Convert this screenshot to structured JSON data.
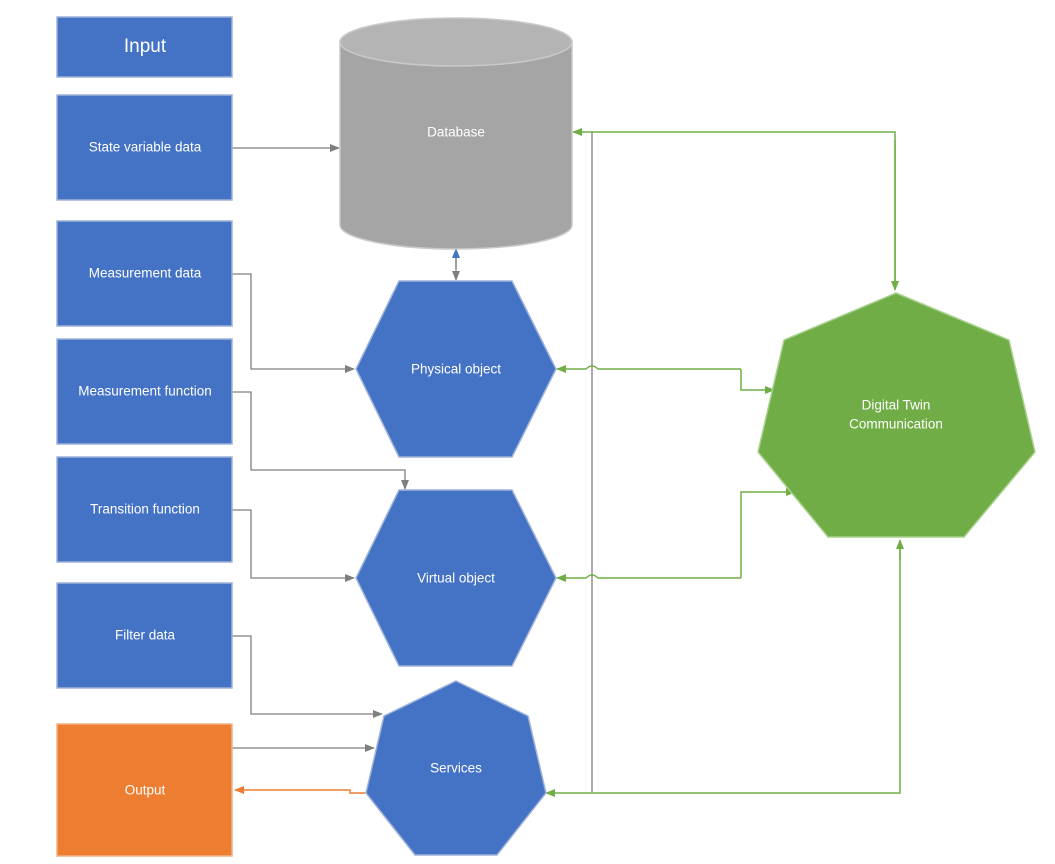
{
  "diagram": {
    "inputs": {
      "header": "Input",
      "state_variable_data": "State variable data",
      "measurement_data": "Measurement data",
      "measurement_function": "Measurement function",
      "transition_function": "Transition function",
      "filter_data": "Filter data"
    },
    "output": "Output",
    "database": "Database",
    "physical_object": "Physical object",
    "virtual_object": "Virtual object",
    "services": "Services",
    "digital_twin": {
      "line1": "Digital Twin",
      "line2": "Communication"
    },
    "colors": {
      "blue": "#4472c4",
      "gray": "#a5a5a5",
      "green": "#70ad47",
      "orange": "#ed7d31",
      "connector_gray": "#7f7f7f"
    }
  }
}
